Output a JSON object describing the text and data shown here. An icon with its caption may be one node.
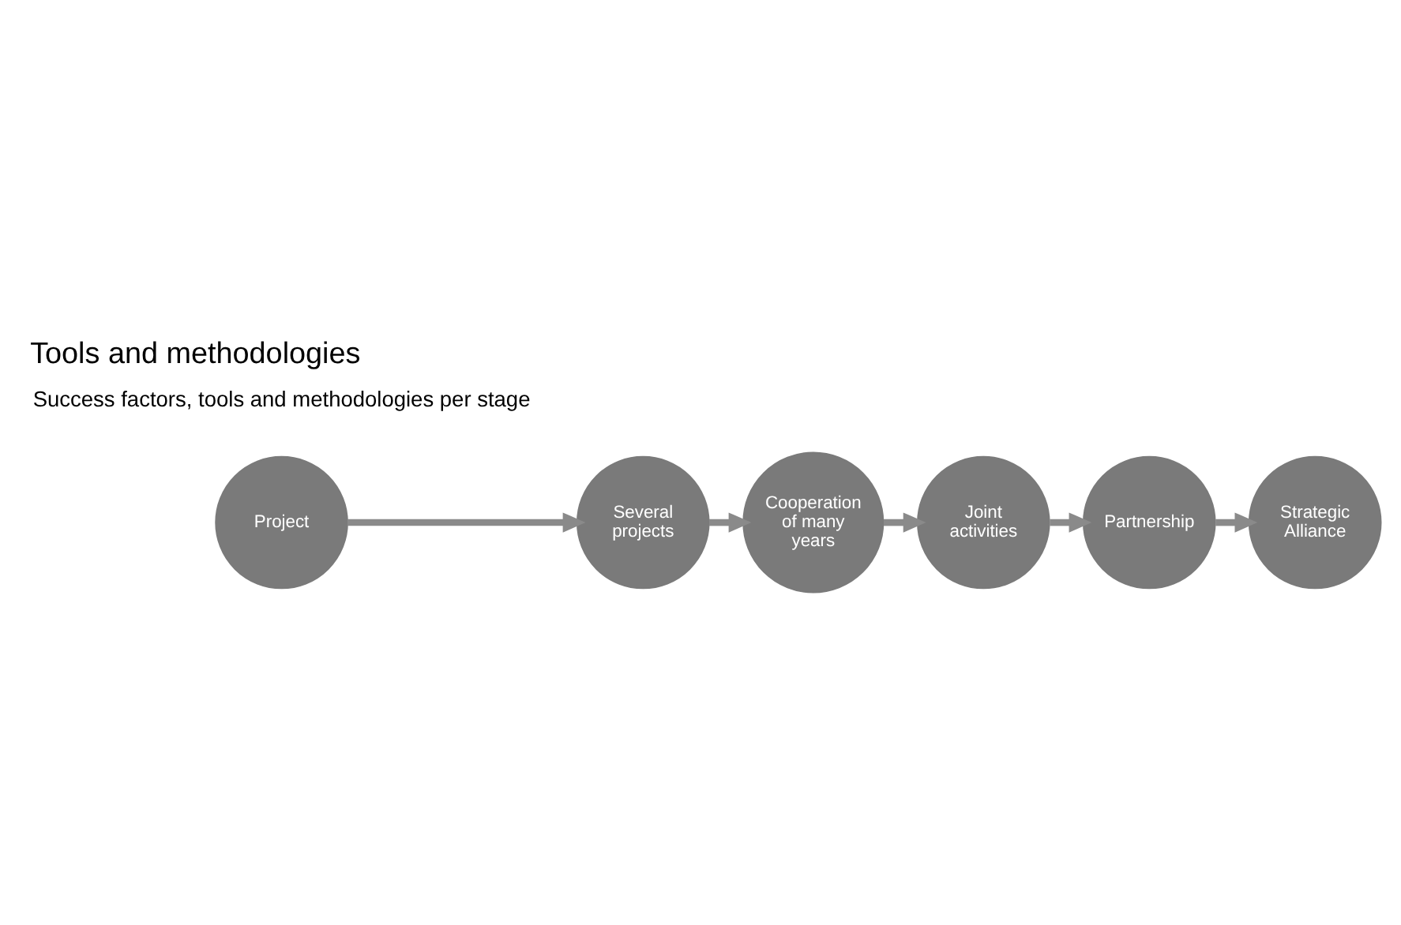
{
  "diagram": {
    "title": "Tools and methodologies",
    "nodes": [
      {
        "text": [
          "Project"
        ]
      },
      {
        "text": [
          "Several projects"
        ]
      },
      {
        "text": [
          "Cooperation of many years"
        ]
      },
      {
        "text": [
          "Joint activities"
        ]
      },
      {
        "text": [
          "Partnership"
        ]
      },
      {
        "text": [
          "Strategic Alliance"
        ]
      }
    ],
    "edges": [
      {
        "from": 0,
        "to": 1,
        "arrow": "to"
      },
      {
        "from": 1,
        "to": 2,
        "arrow": "to"
      },
      {
        "from": 2,
        "to": 3,
        "arrow": "to"
      },
      {
        "from": 3,
        "to": 4,
        "arrow": "to"
      },
      {
        "from": 4,
        "to": 5,
        "arrow": "to"
      }
    ],
    "labels": [
      "Success factors, tools and methodologies per stage"
    ]
  }
}
